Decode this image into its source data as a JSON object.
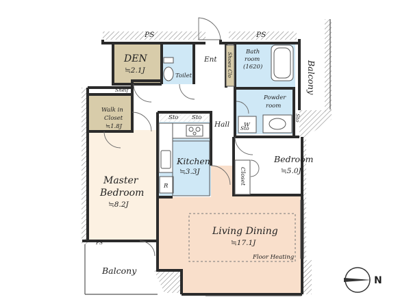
{
  "colors": {
    "wall": "#2b2b2b",
    "living_floor": "#f9dfcb",
    "master_floor": "#fcf1e2",
    "den_floor": "#d8ccaa",
    "closet_floor": "#d8ccaa",
    "kitchen_floor": "#cfe8f6",
    "wet_area_floor": "#cfe8f6",
    "balcony_floor": "#ffffff",
    "hatch": "#9a9a9a"
  },
  "icons": {
    "compass": "compass-north-arrow-icon"
  },
  "plan": {
    "den": {
      "name": "DEN",
      "area": "≒2.1J"
    },
    "toilet": "Toilet",
    "entrance": "Ent",
    "shoes_closet": "Shoes Clo",
    "bathroom": {
      "line1": "Bath",
      "line2": "room",
      "line3": "(1620)"
    },
    "balcony_top_right": "Balcony",
    "ps_top_left": "PS",
    "ps_top_right": "PS",
    "ps_bottom_left": "PS",
    "shelf": "Shelf",
    "walk_in_closet": {
      "line1": "Walk in",
      "line2": "Closet",
      "area": "≒1.8J"
    },
    "powder_room": {
      "line1": "Powder",
      "line2": "room"
    },
    "storage_1": "Sto",
    "storage_2": "Sto",
    "storage_3": "Sto",
    "storage_4": "Sto",
    "washer": "W",
    "hall": "Hall",
    "kitchen": {
      "name": "Kitchen",
      "area": "≒3.3J"
    },
    "refrigerator": "R",
    "bedroom": {
      "name": "Bedroom",
      "area": "≒5.0J"
    },
    "closet": "Closet",
    "master_bedroom": {
      "line1": "Master",
      "line2": "Bedroom",
      "area": "≒8.2J"
    },
    "living_dining": {
      "name": "Living Dining",
      "area": "≒17.1J",
      "note": "Floor Heating"
    },
    "balcony_bottom": "Balcony",
    "compass_letter": "N"
  }
}
